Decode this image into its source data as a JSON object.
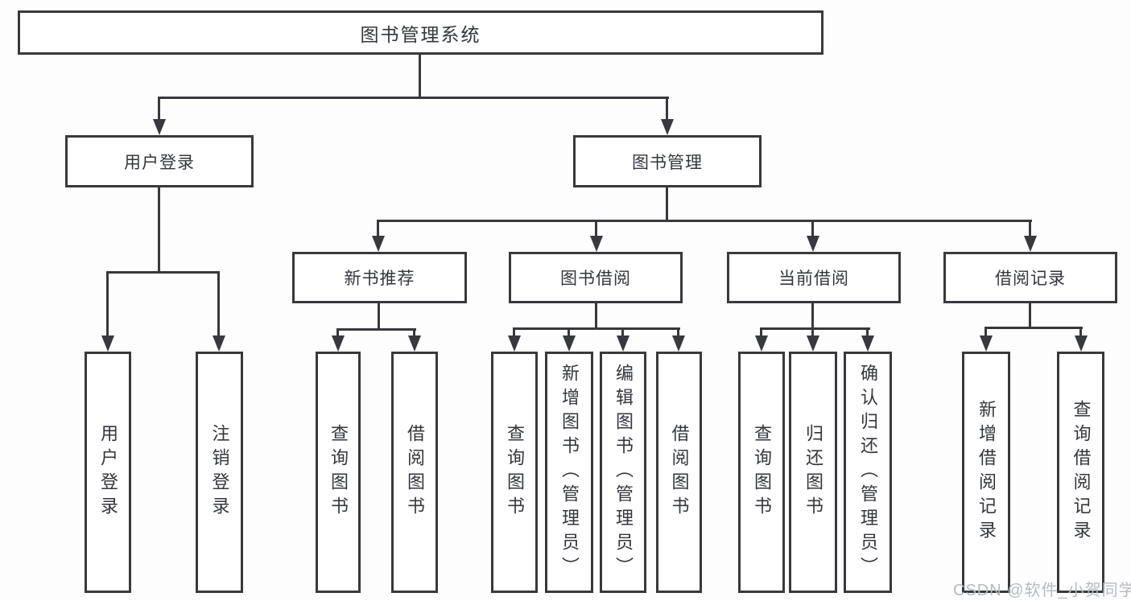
{
  "title": {
    "label": "图书管理系统"
  },
  "nodes": {
    "user_login": {
      "label": "用户登录"
    },
    "book_mgmt": {
      "label": "图书管理"
    },
    "new_book_rec": {
      "label": "新书推荐"
    },
    "book_borrow": {
      "label": "图书借阅"
    },
    "current_borrow": {
      "label": "当前借阅"
    },
    "borrow_record": {
      "label": "借阅记录"
    },
    "leaf_user_login": {
      "label": "用户登录"
    },
    "leaf_logout": {
      "label": "注销登录"
    },
    "leaf_rec_query_book": {
      "label": "查询图书"
    },
    "leaf_rec_borrow_book": {
      "label": "借阅图书"
    },
    "leaf_bor_query_book": {
      "label": "查询图书"
    },
    "leaf_bor_add_book": {
      "label": "新增图书（管理员）"
    },
    "leaf_bor_edit_book": {
      "label": "编辑图书（管理员）"
    },
    "leaf_bor_borrow_book": {
      "label": "借阅图书"
    },
    "leaf_cur_query_book": {
      "label": "查询图书"
    },
    "leaf_cur_return_book": {
      "label": "归还图书"
    },
    "leaf_cur_confirm_return": {
      "label": "确认归还（管理员）"
    },
    "leaf_recd_add_record": {
      "label": "新增借阅记录"
    },
    "leaf_recd_query_record": {
      "label": "查询借阅记录"
    }
  },
  "watermark": {
    "text": "CSDN @软件_小贺同学"
  },
  "colors": {
    "line": "#38393c",
    "box_background": "#ffffff",
    "text": "#33363b",
    "watermark": "#b6bbc1",
    "page_background": "#fdfdfd"
  }
}
